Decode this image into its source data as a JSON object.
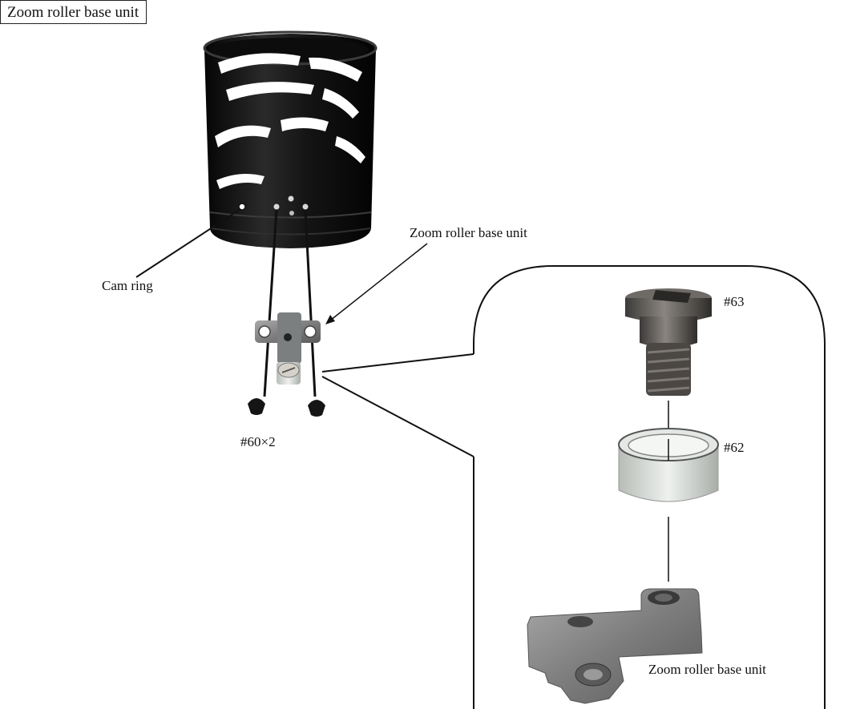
{
  "title": "Zoom roller base unit",
  "labels": {
    "cam_ring": "Cam ring",
    "zoom_roller_base_unit_top": "Zoom roller base unit",
    "screws_60": "#60×2",
    "screw_63": "#63",
    "collar_62": "#62",
    "zoom_roller_base_unit_detail": "Zoom roller base unit"
  }
}
